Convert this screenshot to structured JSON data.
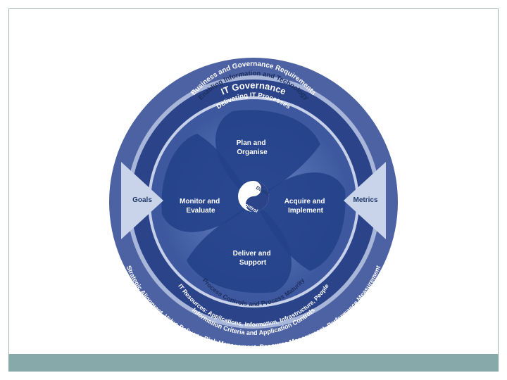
{
  "diagram": {
    "outer_top": "IT Governance",
    "ring_business": "Business and Governance Requirements",
    "ring_enabling": "Enabling Information and Technology",
    "ring_delivering": "Delivering IT Processes",
    "quadrants": {
      "plan": [
        "Plan and",
        "Organise"
      ],
      "acquire": [
        "Acquire and",
        "Implement"
      ],
      "deliver": [
        "Deliver and",
        "Support"
      ],
      "monitor": [
        "Monitor and",
        "Evaluate"
      ]
    },
    "center": {
      "direct": "Direct",
      "control": "Control"
    },
    "side_left": "Goals",
    "side_right": "Metrics",
    "ring_process": "Process Controls and Process Maturity",
    "ring_resources": "IT Resources: Applications, Information, Infrastructure, People",
    "ring_criteria": "Information Criteria and Application Controls",
    "outer_bottom": "Strategic Alignment, Value Delivery, Risk Management, Resource Management, Performance Measurement"
  },
  "colors": {
    "outer": "#4d62a3",
    "ring_mid": "#2a4389",
    "ring_light": "#b9c4e0",
    "core_dark": "#1f3a80",
    "core_light": "#5a76b8",
    "footer": "#87a9a9"
  }
}
